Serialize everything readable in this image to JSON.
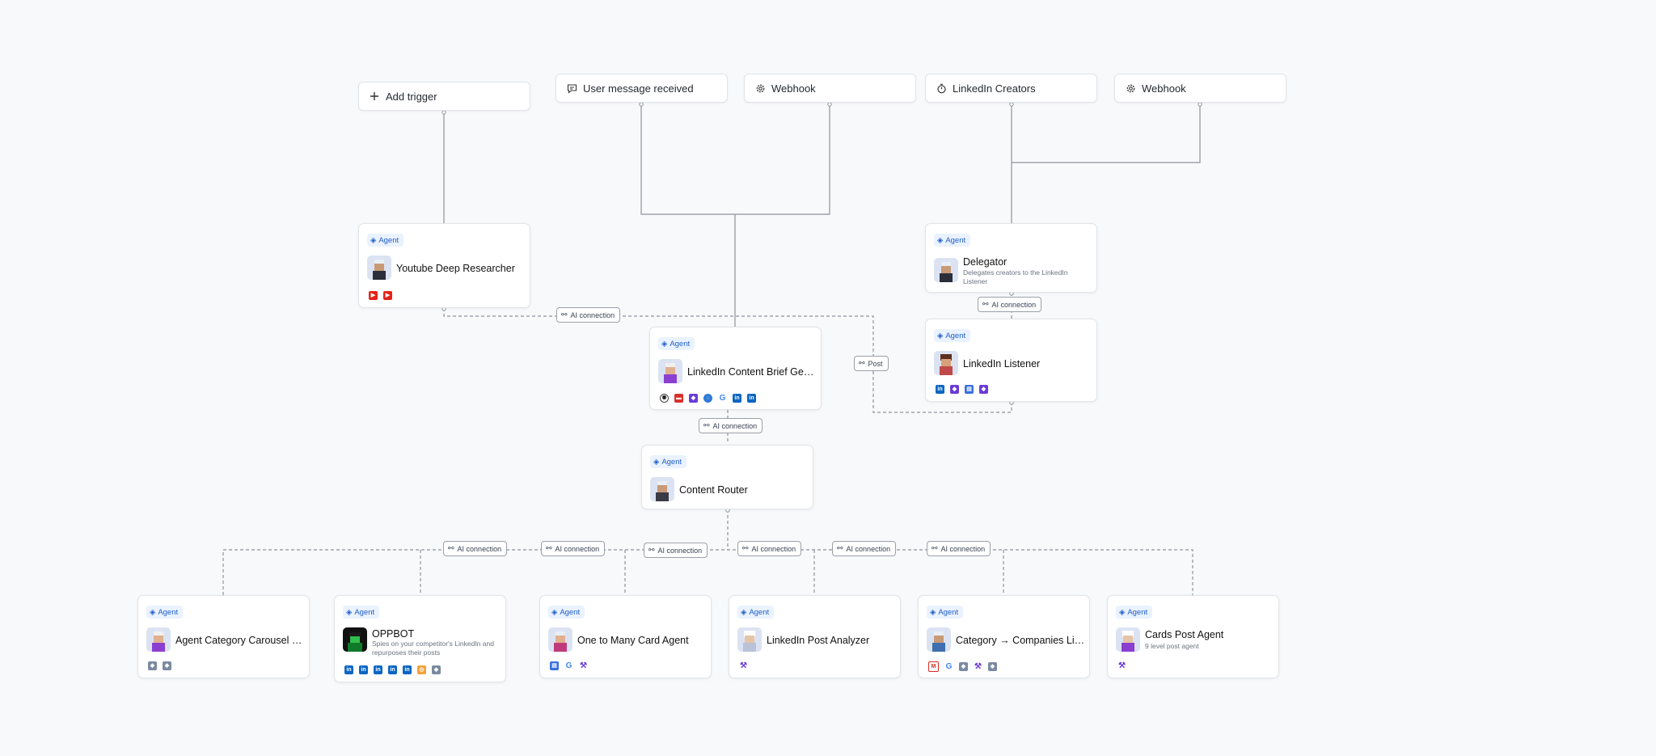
{
  "triggers": {
    "add": {
      "label": "Add trigger"
    },
    "user_message": {
      "label": "User message received"
    },
    "webhook_1": {
      "label": "Webhook"
    },
    "linkedin_creators": {
      "label": "LinkedIn Creators"
    },
    "webhook_2": {
      "label": "Webhook"
    }
  },
  "agent_badge": "Agent",
  "agents": {
    "youtube": {
      "name": "Youtube Deep Researcher",
      "tools": [
        "youtube-icon",
        "youtube-icon"
      ]
    },
    "delegator": {
      "name": "Delegator",
      "description": "Delegates creators to the LinkedIn Listener"
    },
    "linkedin_brief": {
      "name": "LinkedIn Content Brief Genera...",
      "tools": [
        "openai-icon",
        "pdf-icon",
        "app-icon",
        "globe-icon",
        "google-icon",
        "linkedin-icon",
        "linkedin-icon"
      ]
    },
    "linkedin_listener": {
      "name": "LinkedIn Listener",
      "tools": [
        "linkedin-icon",
        "app-icon",
        "doc-icon",
        "app-icon"
      ]
    },
    "content_router": {
      "name": "Content Router"
    },
    "carousel": {
      "name": "Agent Category Carousel Gen...",
      "tools": [
        "app-icon",
        "app-icon"
      ]
    },
    "oppbot": {
      "name": "OPPBOT",
      "description": "Spies on your competitor's LinkedIn and repurposes their posts",
      "tools": [
        "linkedin-icon",
        "linkedin-icon",
        "linkedin-icon",
        "linkedin-icon",
        "linkedin-icon",
        "chip-icon",
        "app-icon"
      ]
    },
    "one_to_many": {
      "name": "One to Many Card Agent",
      "tools": [
        "doc-icon",
        "google-icon",
        "wrench-icon"
      ]
    },
    "post_analyzer": {
      "name": "LinkedIn Post Analyzer",
      "tools": [
        "wrench-icon"
      ]
    },
    "category_companies": {
      "name": "Category → Companies Linke...",
      "tools": [
        "gmail-icon",
        "google-icon",
        "app-icon",
        "wrench-icon",
        "app-icon"
      ]
    },
    "cards_post": {
      "name": "Cards Post Agent",
      "description": "9 level post agent",
      "tools": [
        "wrench-icon"
      ]
    }
  },
  "connections": {
    "ai_label": "AI connection",
    "post_label": "Post"
  },
  "colors": {
    "canvas_bg": "#f8f9fb",
    "badge_bg": "#eaf2ff",
    "badge_text": "#1f5fc9",
    "wire": "#8d939b",
    "linkedin": "#0a66c2",
    "youtube": "#e62117"
  }
}
